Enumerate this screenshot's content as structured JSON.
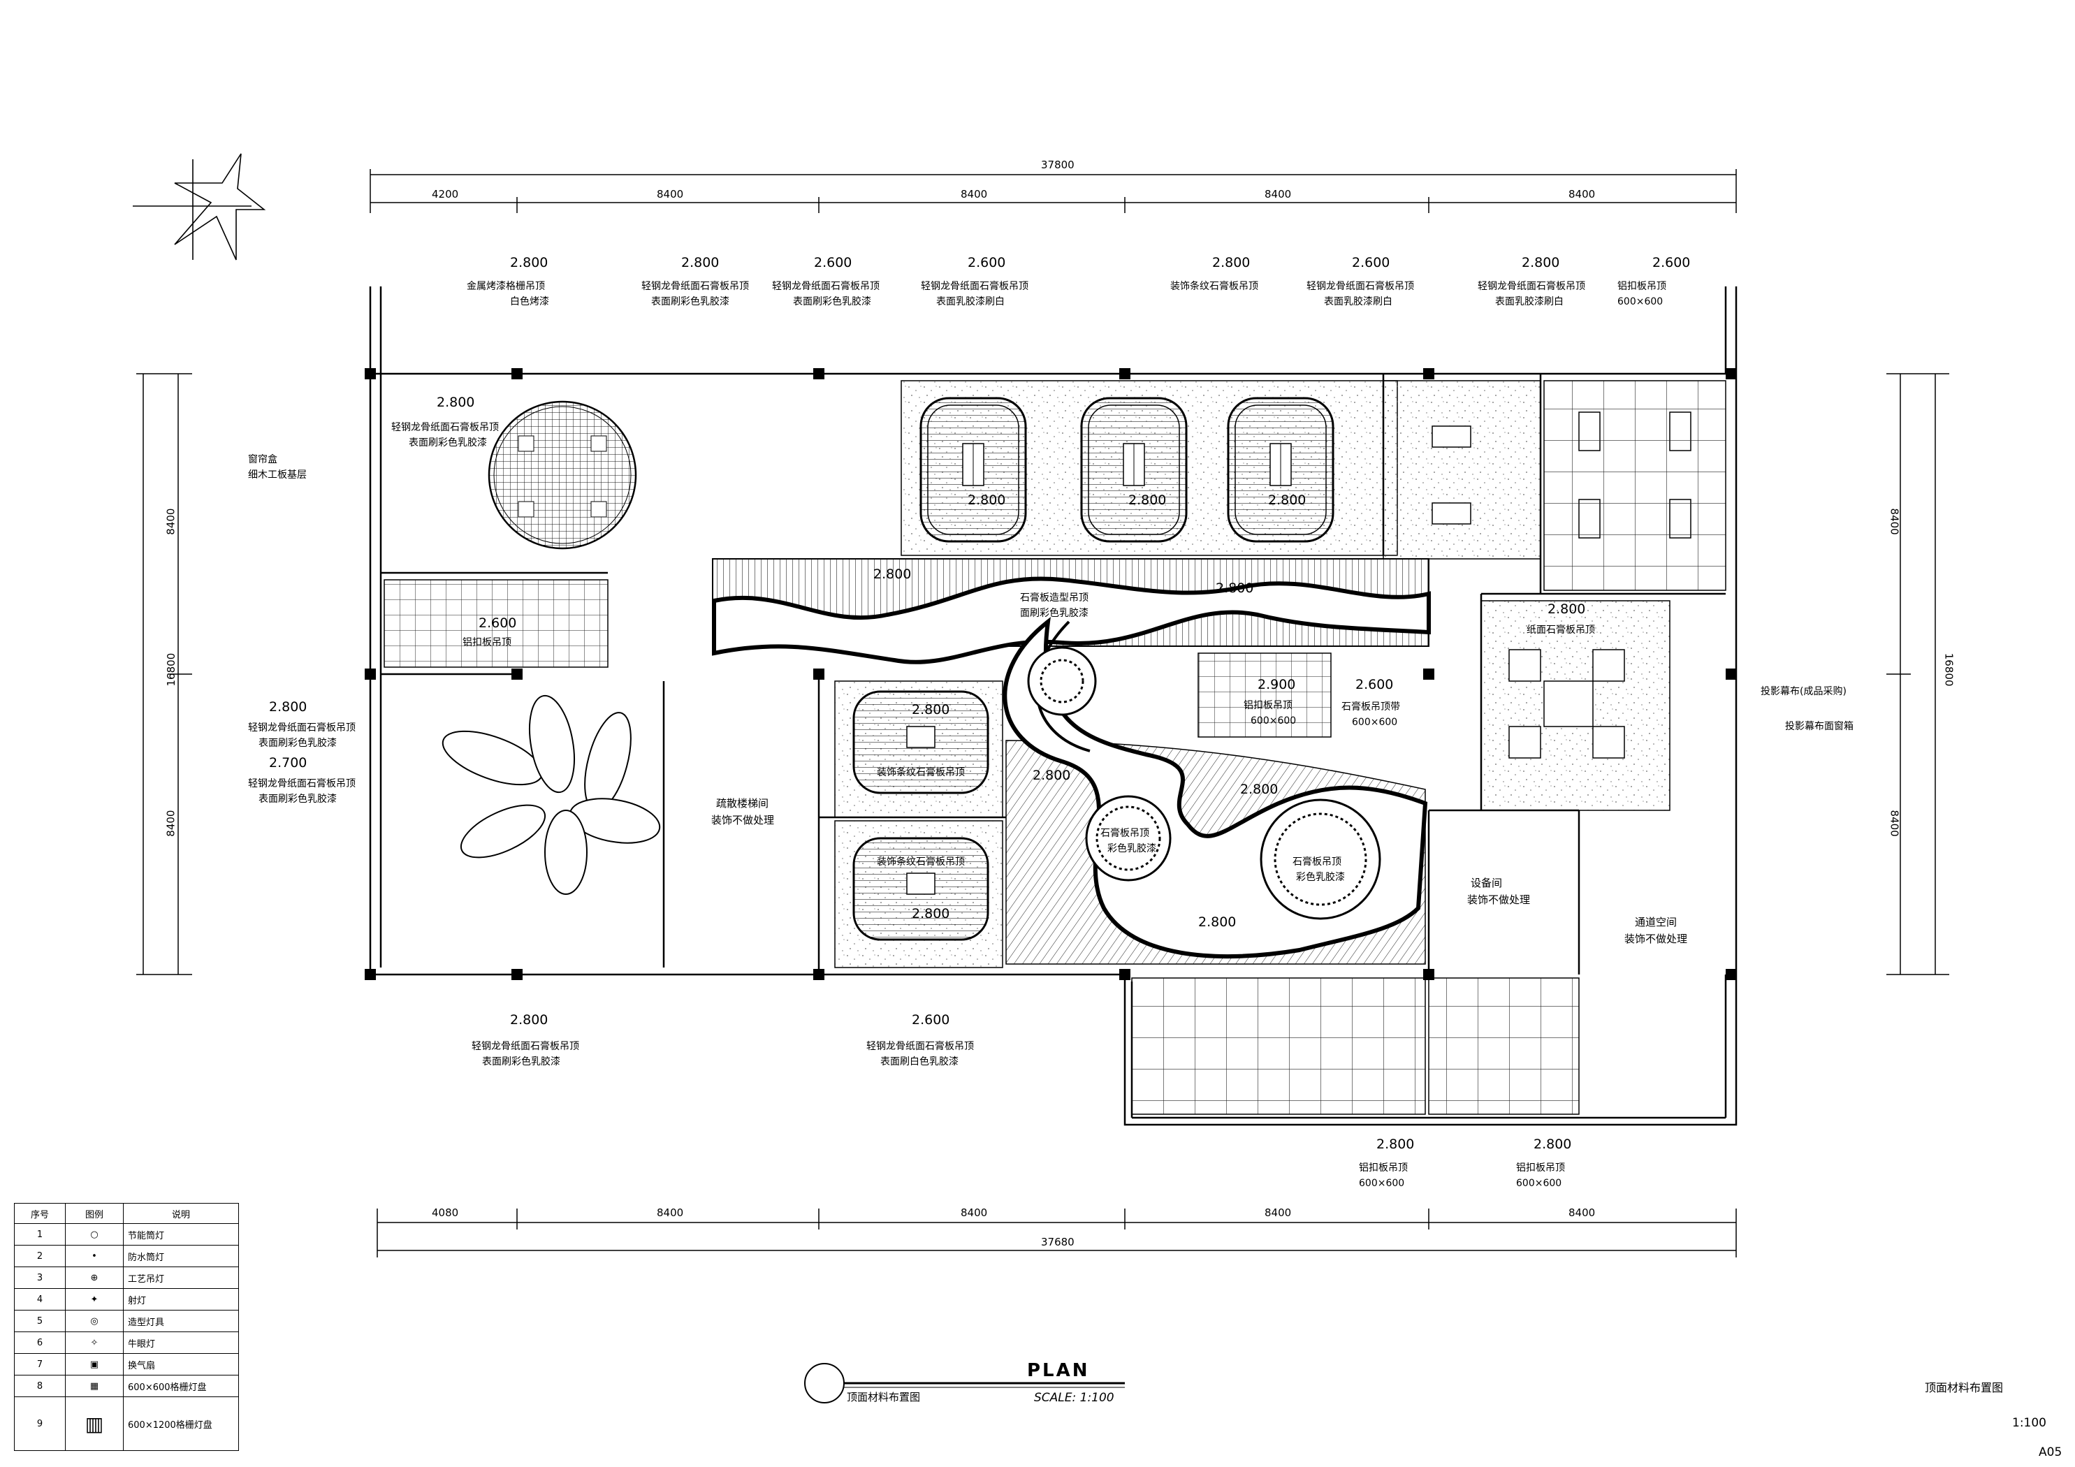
{
  "sheet": {
    "plan_word": "PLAN",
    "scale_label": "SCALE: 1:100",
    "plan_caption": "顶面材料布置图",
    "title_block": {
      "drawing_name": "顶面材料布置图",
      "scale": "1:100",
      "sheet_no": "A05"
    }
  },
  "dimensions": {
    "top_total": "37800",
    "top_segments": [
      "4200",
      "8400",
      "8400",
      "8400",
      "8400"
    ],
    "bottom_total": "37680",
    "bottom_segments": [
      "4080",
      "8400",
      "8400",
      "8400",
      "8400"
    ],
    "left_total": "16800",
    "left_segments": [
      "8400",
      "8400"
    ],
    "right_total": "16800",
    "right_segments": [
      "8400",
      "8400"
    ]
  },
  "top_callouts": [
    {
      "height": "2.800",
      "line1": "金属烤漆格栅吊顶",
      "line2": "白色烤漆"
    },
    {
      "height": "2.800",
      "line1": "轻钢龙骨纸面石膏板吊顶",
      "line2": "表面刷彩色乳胶漆"
    },
    {
      "height": "2.600",
      "line1": "轻钢龙骨纸面石膏板吊顶",
      "line2": "表面刷彩色乳胶漆"
    },
    {
      "height": "2.600",
      "line1": "轻钢龙骨纸面石膏板吊顶",
      "line2": "表面乳胶漆刷白"
    },
    {
      "height": "2.800",
      "line1": "装饰条纹石膏板吊顶",
      "line2": ""
    },
    {
      "height": "2.600",
      "line1": "轻钢龙骨纸面石膏板吊顶",
      "line2": "表面乳胶漆刷白"
    },
    {
      "height": "2.800",
      "line1": "轻钢龙骨纸面石膏板吊顶",
      "line2": "表面乳胶漆刷白"
    },
    {
      "height": "2.600",
      "line1": "铝扣板吊顶",
      "line2": "600×600"
    }
  ],
  "left_callouts": [
    {
      "height": "2.800",
      "line1": "轻钢龙骨纸面石膏板吊顶",
      "line2": "表面刷彩色乳胶漆"
    },
    {
      "height": "",
      "line1": "窗帘盒",
      "line2": "细木工板基层"
    },
    {
      "height": "2.800",
      "line1": "轻钢龙骨纸面石膏板吊顶",
      "line2": "表面刷彩色乳胶漆"
    },
    {
      "height": "2.700",
      "line1": "轻钢龙骨纸面石膏板吊顶",
      "line2": "表面刷彩色乳胶漆"
    }
  ],
  "bottom_callouts": [
    {
      "height": "2.800",
      "line1": "轻钢龙骨纸面石膏板吊顶",
      "line2": "表面刷彩色乳胶漆"
    },
    {
      "height": "2.600",
      "line1": "轻钢龙骨纸面石膏板吊顶",
      "line2": "表面刷白色乳胶漆"
    },
    {
      "height": "2.800",
      "line1": "铝扣板吊顶",
      "line2": "600×600"
    },
    {
      "height": "2.800",
      "line1": "铝扣板吊顶",
      "line2": "600×600"
    }
  ],
  "right_callouts": {
    "screen": "投影幕布(成品采购)",
    "screen_box": "投影幕布面窗箱"
  },
  "interior": {
    "h_grid_upper": "2.600",
    "grid_label": "铝扣板吊顶",
    "h_wave": "2.800",
    "h_wave2": "2.800",
    "wave_label1": "石膏板造型吊顶",
    "wave_label2": "面刷彩色乳胶漆",
    "h_stripe1": "2.800",
    "h_stripe2": "2.800",
    "h_stripe3": "2.800",
    "h_right_room": "2.800",
    "right_room_label": "纸面石膏板吊顶",
    "h_center": "2.900",
    "center_label": "铝扣板吊顶",
    "center_size": "600×600",
    "h_band": "2.600",
    "band_label": "石膏板吊顶带",
    "band_size": "600×600",
    "h_stripe_low1": "2.800",
    "stripe_low1": "装饰条纹石膏板吊顶",
    "h_stripe_low2": "2.800",
    "stripe_low2": "装饰条纹石膏板吊顶",
    "h_curve1": "2.800",
    "h_curve2": "2.800",
    "h_curve3": "2.800",
    "circle1_l1": "石膏板吊顶",
    "circle1_l2": "彩色乳胶漆",
    "circle2_l1": "石膏板吊顶",
    "circle2_l2": "彩色乳胶漆",
    "stair_l1": "疏散楼梯间",
    "stair_l2": "装饰不做处理",
    "equip_l1": "设备间",
    "equip_l2": "装饰不做处理",
    "pass_l1": "通道空间",
    "pass_l2": "装饰不做处理"
  },
  "legend": {
    "headers": [
      "序号",
      "图例",
      "说明"
    ],
    "rows": [
      {
        "no": "1",
        "icon": "ring-downlight-icon",
        "desc": "节能筒灯"
      },
      {
        "no": "2",
        "icon": "dot-icon",
        "desc": "防水筒灯"
      },
      {
        "no": "3",
        "icon": "crosshair-icon",
        "desc": "工艺吊灯"
      },
      {
        "no": "4",
        "icon": "star-spot-icon",
        "desc": "射灯"
      },
      {
        "no": "5",
        "icon": "double-ring-icon",
        "desc": "造型灯具"
      },
      {
        "no": "6",
        "icon": "small-star-icon",
        "desc": "牛眼灯"
      },
      {
        "no": "7",
        "icon": "vent-square-icon",
        "desc": "换气扇"
      },
      {
        "no": "8",
        "icon": "grille-600-icon",
        "desc": "600×600格栅灯盘"
      },
      {
        "no": "9",
        "icon": "grille-1200-icon",
        "desc": "600×1200格栅灯盘"
      }
    ]
  }
}
